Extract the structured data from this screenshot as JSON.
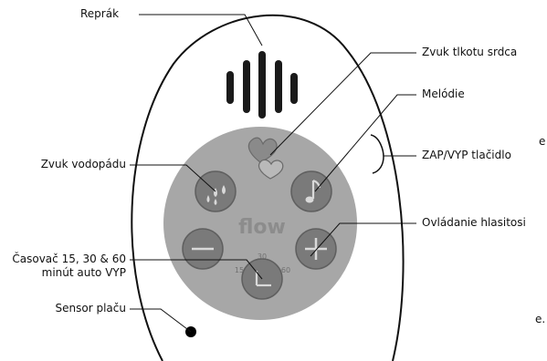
{
  "labels": {
    "reprak": "Reprák",
    "zvuk_tlkotu_srdca": "Zvuk tlkotu srdca",
    "melodie": "Melódie",
    "zap_vyp": "ZAP/VYP tlačidlo",
    "ovladanie_hlasitosi": "Ovládanie hlasitosi",
    "zvuk_vodopadu": "Zvuk vodopádu",
    "casovac_line1": "Časovač 15, 30 & 60",
    "casovac_line2": "minút auto VYP",
    "sensor_placu": "Sensor plaču"
  },
  "device": {
    "brand": "flow",
    "timer_15": "15",
    "timer_30": "30",
    "timer_60": "60"
  },
  "edge_fragments": {
    "left_e": "e",
    "left_e_dot": "e."
  },
  "icons": [
    "heart-icon",
    "music-note-icon",
    "water-drops-icon",
    "minus-icon",
    "plus-icon",
    "clock-icon",
    "speaker-grille-icon",
    "sensor-dot-icon"
  ],
  "colors": {
    "panel_fill": "#a7a7a7",
    "button_fill": "#7a7a7a",
    "button_stroke": "#5f5f5f",
    "grille": "#1a1a1a",
    "outline": "#111111",
    "icon_light": "#d9d9d9"
  }
}
